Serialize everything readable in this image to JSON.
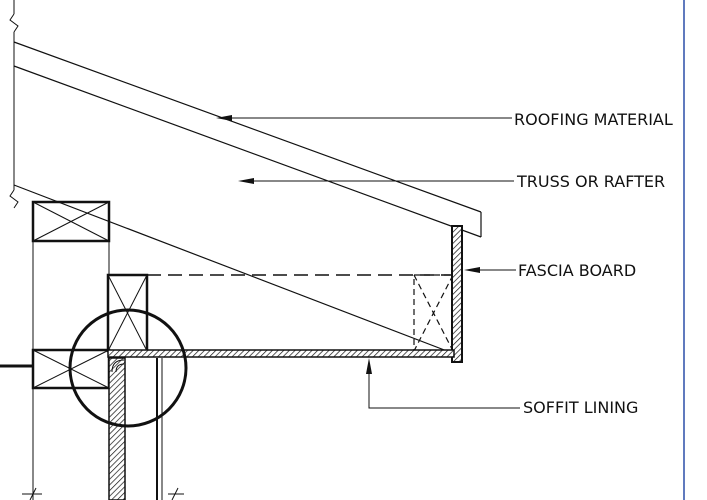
{
  "labels": {
    "roofing_material": "ROOFING MATERIAL",
    "truss_or_rafter": "TRUSS OR RAFTER",
    "fascia_board": "FASCIA BOARD",
    "soffit_lining": "SOFFIT LINING"
  },
  "colors": {
    "line": "#111111",
    "frame_border": "#2b4fa8",
    "background": "#ffffff"
  }
}
